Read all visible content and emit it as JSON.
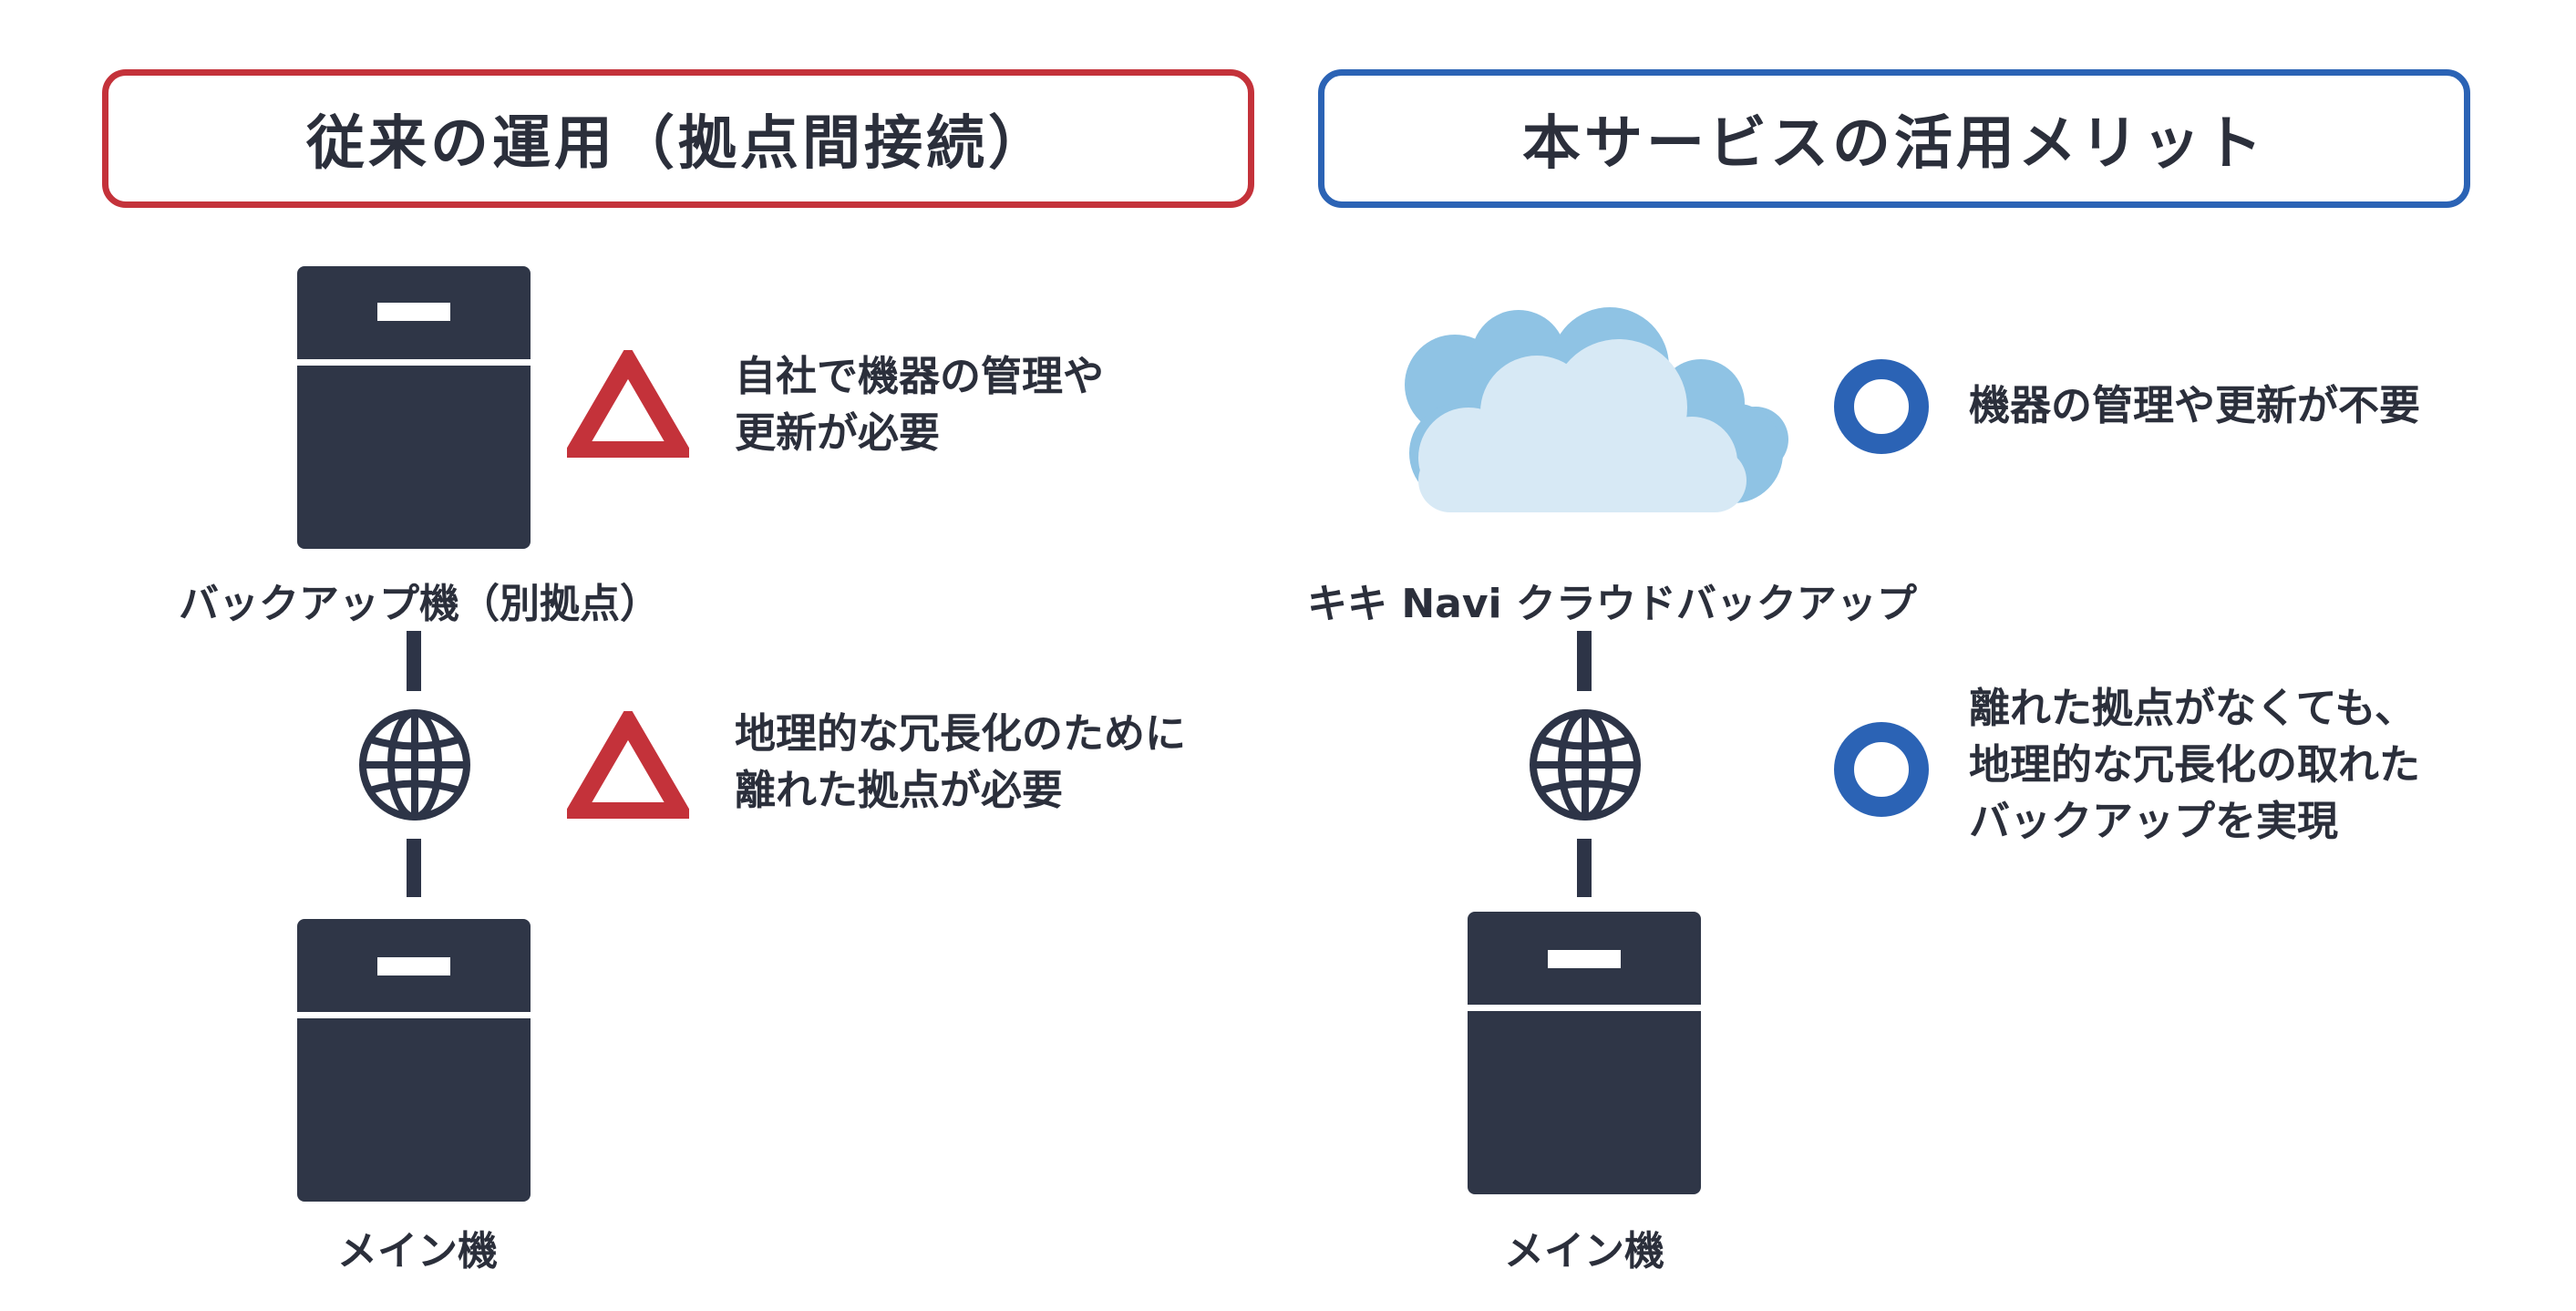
{
  "left_panel": {
    "header": "従来の運用（拠点間接続）",
    "header_color": "#c4323a",
    "backup_label": "バックアップ機（別拠点）",
    "main_label": "メイン機",
    "notes": [
      {
        "icon": "warning-triangle-icon",
        "lines": [
          "自社で機器の管理や",
          "更新が必要"
        ]
      },
      {
        "icon": "warning-triangle-icon",
        "lines": [
          "地理的な冗長化のために",
          "離れた拠点が必要"
        ]
      }
    ]
  },
  "right_panel": {
    "header": "本サービスの活用メリット",
    "header_color": "#2b63b5",
    "cloud_label": "キキ Navi クラウドバックアップ",
    "main_label": "メイン機",
    "notes": [
      {
        "icon": "circle-ok-icon",
        "lines": [
          "機器の管理や更新が不要"
        ]
      },
      {
        "icon": "circle-ok-icon",
        "lines": [
          "離れた拠点がなくても、",
          "地理的な冗長化の取れた",
          "バックアップを実現"
        ]
      }
    ]
  },
  "colors": {
    "server": "#2f3647",
    "triangle": "#c4323a",
    "circle": "#2b63b5",
    "cloud_back": "#8fc3e4",
    "cloud_front": "#d7e9f5"
  }
}
